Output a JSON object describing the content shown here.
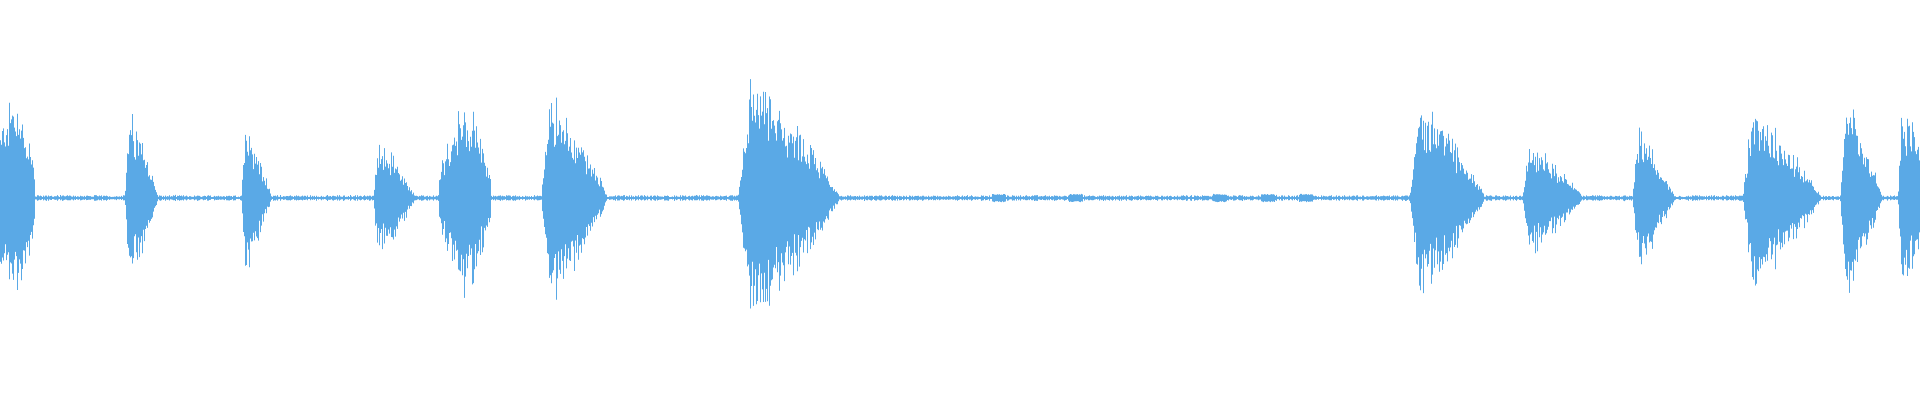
{
  "waveform": {
    "color": "#5aa9e6",
    "background": "#ffffff",
    "baseline_color": "#7bb8ea",
    "duration_fraction_markers": "none",
    "segments": [
      {
        "center": 0.007,
        "width": 0.011,
        "amp": 0.82,
        "shape": "double"
      },
      {
        "center": 0.071,
        "width": 0.011,
        "amp": 0.7,
        "shape": "front"
      },
      {
        "center": 0.131,
        "width": 0.01,
        "amp": 0.61,
        "shape": "front"
      },
      {
        "center": 0.202,
        "width": 0.014,
        "amp": 0.49,
        "shape": "front"
      },
      {
        "center": 0.242,
        "width": 0.013,
        "amp": 0.83,
        "shape": "symmetric"
      },
      {
        "center": 0.294,
        "width": 0.022,
        "amp": 0.86,
        "shape": "front"
      },
      {
        "center": 0.403,
        "width": 0.034,
        "amp": 1.0,
        "shape": "front"
      },
      {
        "center": 0.748,
        "width": 0.025,
        "amp": 0.82,
        "shape": "front"
      },
      {
        "center": 0.804,
        "width": 0.02,
        "amp": 0.46,
        "shape": "front"
      },
      {
        "center": 0.858,
        "width": 0.014,
        "amp": 0.56,
        "shape": "front"
      },
      {
        "center": 0.922,
        "width": 0.026,
        "amp": 0.73,
        "shape": "front"
      },
      {
        "center": 0.966,
        "width": 0.014,
        "amp": 0.82,
        "shape": "front"
      },
      {
        "center": 0.995,
        "width": 0.012,
        "amp": 0.8,
        "shape": "front"
      }
    ],
    "noise_bumps": [
      0.52,
      0.56,
      0.635,
      0.66,
      0.68
    ],
    "noise_level": 0.015
  }
}
